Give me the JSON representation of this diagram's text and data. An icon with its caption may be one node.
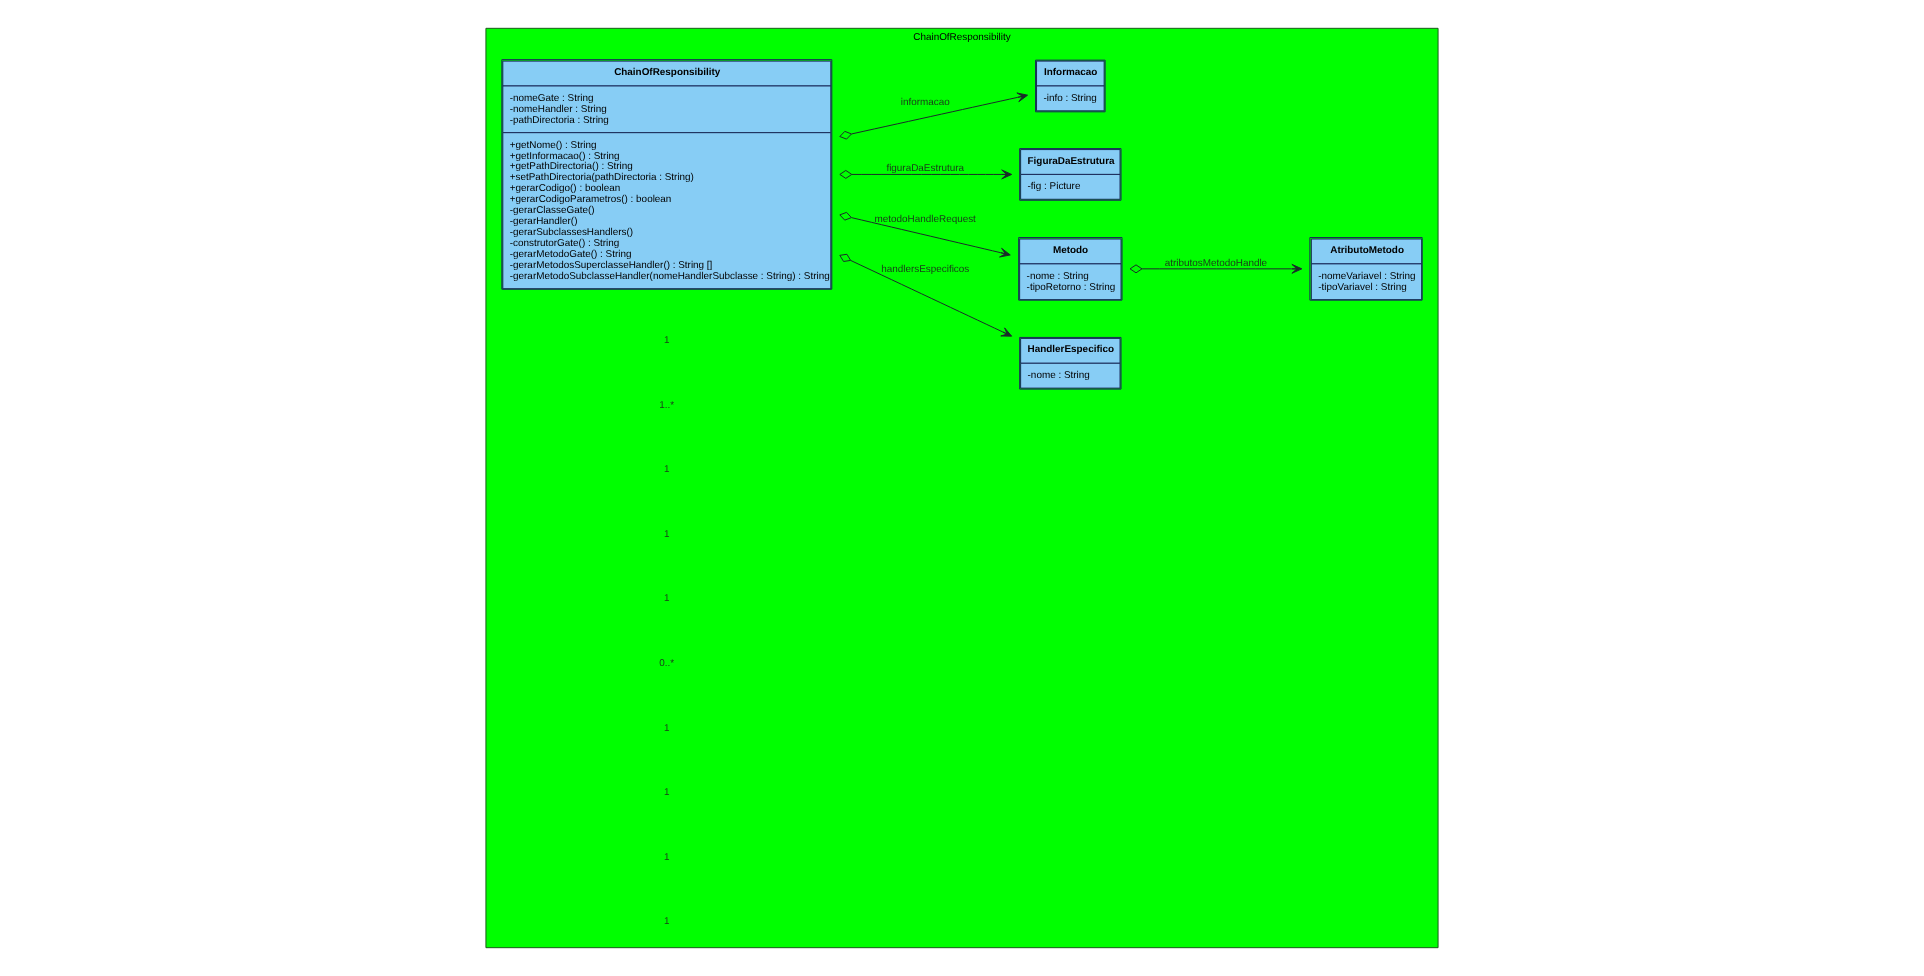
{
  "diagram": {
    "nodes": [
      {
        "text": [
          "ChainOfResponsibility"
        ]
      },
      {
        "text": [
          "ChainOfResponsibility",
          "-nomeGate : String",
          "-nomeHandler : String",
          "-pathDirectoria : String",
          "+getNome() : String",
          "+getInformacao() : String",
          "+getPathDirectoria() : String",
          "+setPathDirectoria(pathDirectoria : String)",
          "+gerarCodigo() : boolean",
          "+gerarCodigoParametros() : boolean",
          "-gerarClasseGate()",
          "-gerarHandler()",
          "-gerarSubclassesHandlers()",
          "-construtorGate() : String",
          "-gerarMetodoGate() : String",
          "-gerarMetodosSuperclasseHandler() : String []",
          "-gerarMetodoSubclasseHandler(nomeHandlerSubclasse : String) : String"
        ],
        "in": 0
      },
      {
        "text": [
          "HandlerEspecifico",
          "-nome : String"
        ],
        "in": 0
      },
      {
        "text": [
          "Metodo",
          "-nome : String",
          "-tipoRetorno : String"
        ],
        "in": 0
      },
      {
        "text": [
          "AtributoMetodo",
          "-nomeVariavel : String",
          "-tipoVariavel : String"
        ],
        "in": 0
      },
      {
        "text": [
          "FiguraDaEstrutura",
          "-fig : Picture"
        ],
        "in": 0
      },
      {
        "text": [
          "Informacao",
          "-info : String"
        ],
        "in": 0
      }
    ],
    "edges": [
      {
        "from": 1,
        "to": 2,
        "arrow": "to",
        "label": "handlersEspecificos"
      },
      {
        "from": 1,
        "to": 3,
        "arrow": "to",
        "label": "metodoHandleRequest"
      },
      {
        "from": 3,
        "to": 4,
        "arrow": "to",
        "label": "atributosMetodoHandle"
      },
      {
        "from": 1,
        "to": 5,
        "arrow": "to",
        "label": "figuraDaEstrutura"
      },
      {
        "from": 1,
        "to": 6,
        "arrow": "to",
        "label": "informacao"
      }
    ],
    "labels": [
      "1",
      "1..*",
      "1",
      "1",
      "1",
      "0..*",
      "1",
      "1",
      "1",
      "1"
    ]
  }
}
